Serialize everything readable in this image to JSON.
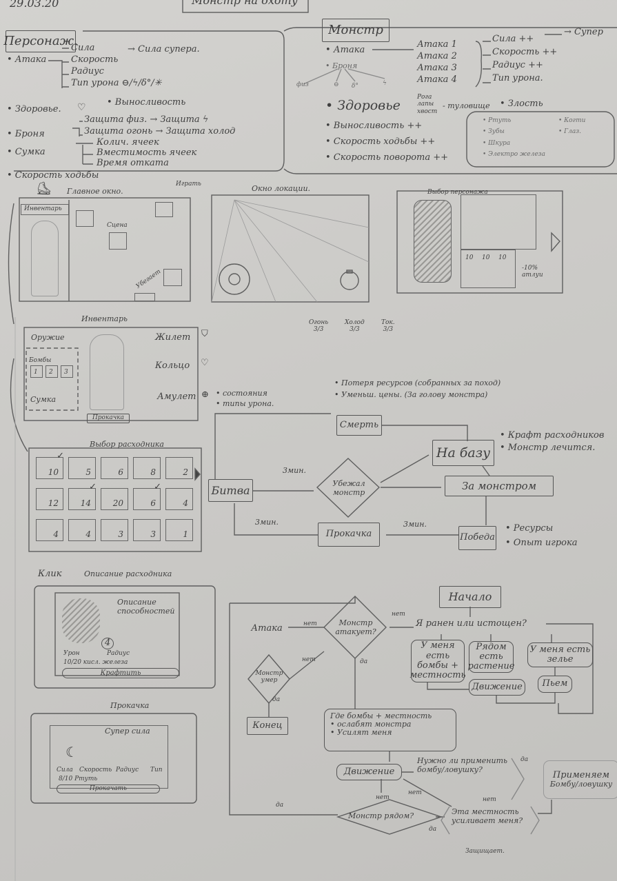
{
  "header": {
    "date": "29.03.20",
    "title": "Монстр на охоту"
  },
  "character": {
    "title": "Персонаж.",
    "attack": {
      "label": "• Атака",
      "items": [
        "Сила",
        "Скорость",
        "Радиус",
        "Тип урона ⊖/ϟ/δ°/✳"
      ],
      "super": "→ Сила супера."
    },
    "health": "• Здоровье.",
    "stamina": "• Выносливость",
    "armor": {
      "label": "• Броня",
      "items": [
        "Защита физ. → Защита ϟ",
        "Защита огонь → Защита холод"
      ]
    },
    "bag": {
      "label": "• Сумка",
      "items": [
        "Колич. ячеек",
        "Вместимость ячеек",
        "Время отката"
      ]
    },
    "walk_speed": "• Скорость ходьбы"
  },
  "monster": {
    "title": "Монстр",
    "attack": "• Атака",
    "armor": "• Броня",
    "armor_types": [
      "физ",
      "⊖",
      "δ°",
      "ϟ"
    ],
    "attacks": [
      "Атака 1",
      "Атака 2",
      "Атака 3",
      "Атака 4"
    ],
    "attack_params": [
      "Сила ++",
      "Скорость ++",
      "Радиус ++",
      "Тип урона."
    ],
    "super": "→ Супер",
    "health": "• Здоровье",
    "parts": [
      "Рога",
      "лапы",
      "хвост"
    ],
    "body": "- туловище",
    "anger": "• Злость",
    "stats": [
      "• Выносливость ++",
      "• Скорость ходьбы ++",
      "• Скорость поворота ++"
    ],
    "loot_left": [
      "• Ртуть",
      "• Зубы",
      "• Шкура",
      "• Электро железа"
    ],
    "loot_right": [
      "• Когти",
      "• Глаз."
    ]
  },
  "screens": {
    "main_window": "Главное окно.",
    "play": "Играть",
    "inventory_tab": "Инвентарь",
    "scene": "Сцена",
    "escapes": "Убегает",
    "location_window": "Окно локации.",
    "elements": [
      {
        "name": "Огонь",
        "value": "3/3"
      },
      {
        "name": "Холод",
        "value": "3/3"
      },
      {
        "name": "Ток.",
        "value": "3/3"
      }
    ],
    "character_select": "Выбор персонажа",
    "stats": [
      "10",
      "10",
      "10"
    ],
    "modifier": "-10%",
    "modifier_label": "атлуи"
  },
  "inventory": {
    "title": "Инвентарь",
    "weapon": "Оружие",
    "bombs": "Бомбы",
    "bomb_slots": [
      "1",
      "2",
      "3"
    ],
    "bag": "Сумка",
    "vest": "Жилет",
    "ring": "Кольцо",
    "amulet": "Амулет",
    "upgrade": "Прокачка",
    "notes": [
      "• состояния",
      "• типы урона."
    ]
  },
  "consumables": {
    "title": "Выбор расходника",
    "rows": [
      [
        "10",
        "5",
        "6",
        "8",
        "2"
      ],
      [
        "12",
        "14",
        "20",
        "6",
        "4"
      ],
      [
        "4",
        "4",
        "3",
        "3",
        "1"
      ]
    ],
    "checked": [
      "0-0",
      "1-1",
      "1-3"
    ]
  },
  "consumable_card": {
    "click": "Клик",
    "title": "Описание расходника",
    "desc": "Описание способностей",
    "count": "4",
    "tabs": [
      "Урон",
      "Радиус"
    ],
    "cost": "10/20 кисл. железа",
    "craft": "Крафтить"
  },
  "upgrade_card": {
    "title": "Прокачка",
    "skill": "Супер сила",
    "tabs": [
      "Сила",
      "Скорость",
      "Радиус",
      "Тип"
    ],
    "cost": "8/10 Ртуть",
    "button": "Прокачать"
  },
  "flow1": {
    "death_notes": [
      "• Потеря ресурсов (собранных за поход)",
      "• Уменьш. цены. (За голову монстра)"
    ],
    "death": "Смерть",
    "base": "На базу",
    "base_notes": [
      "• Крафт расходников",
      "• Монстр лечится."
    ],
    "battle": "Битва",
    "escaped": "Убежал монстр",
    "chase": "За монстром",
    "upgrade": "Прокачка",
    "victory": "Победа",
    "victory_notes": [
      "• Ресурсы",
      "• Опыт игрока"
    ],
    "timer": "3мин."
  },
  "flow2": {
    "start": "Начало",
    "wounded": "Я ранен или истощен?",
    "has_bombs": "У меня есть бомбы + местность",
    "plant": "Рядом есть растение",
    "potion": "У меня есть зелье",
    "move": "Движение",
    "drink": "Пьем",
    "monster_attacks": "Монстр атакует?",
    "attack": "Атака",
    "monster_dead": "Монстр умер",
    "end": "Конец",
    "where": "Где бомбы + местность",
    "where_items": [
      "• ослабят монстра",
      "• Усилят меня"
    ],
    "need_bomb": "Нужно ли применить бомбу/ловушку?",
    "apply": "Применяем",
    "apply_sub": "Бомбу/ловушку",
    "terrain": "Эта местность усиливает меня?",
    "protects": "Защищает.",
    "monster_near": "Монстр рядом?",
    "yes": "да",
    "no": "нет"
  }
}
